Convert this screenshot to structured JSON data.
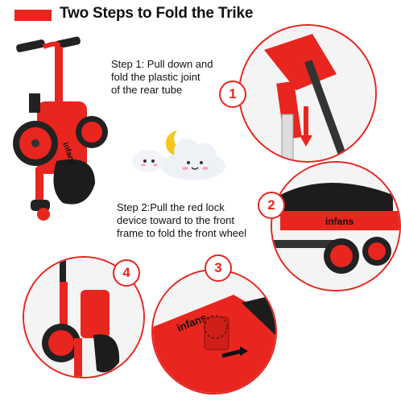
{
  "header": {
    "title": "Two Steps to Fold the Trike"
  },
  "steps": {
    "step1": "Step 1: Pull down and\nfold the plastic joint\nof the rear tube",
    "step2": "Step 2:Pull the red lock\ndevice toward to the front\nframe to fold the front wheel"
  },
  "badges": [
    "1",
    "2",
    "3",
    "4"
  ],
  "product": {
    "brand": "infans",
    "frame_color": "#e8251f",
    "seat_color": "#1c1c1c"
  },
  "colors": {
    "accent": "#e8251f",
    "text": "#111111"
  }
}
